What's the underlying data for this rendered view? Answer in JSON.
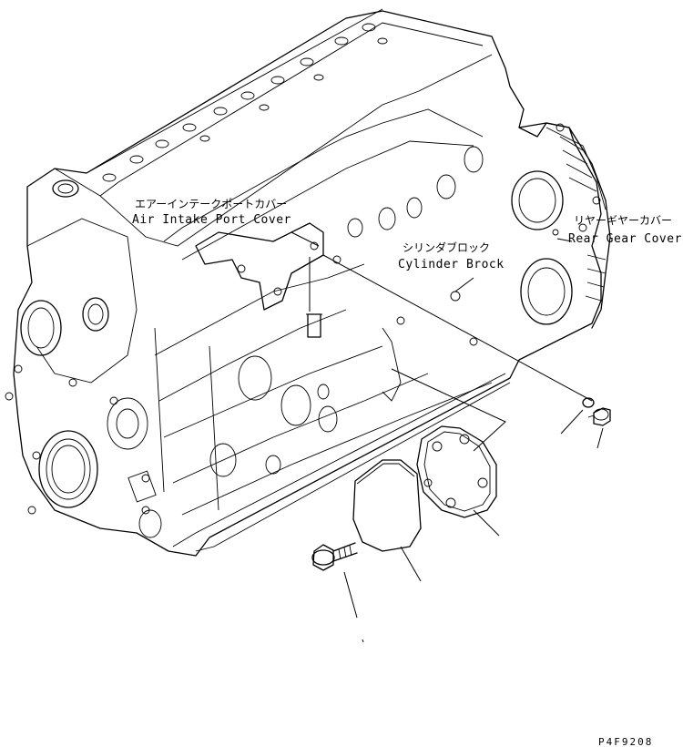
{
  "labels": {
    "air_intake_jp": "エアーインテークポートカバー",
    "air_intake_en": "Air Intake Port Cover",
    "cylinder_jp": "シリンダブロック",
    "cylinder_en": "Cylinder Brock",
    "rear_gear_jp": "リヤーギヤーカバー",
    "rear_gear_en": "Rear Gear Cover"
  },
  "drawing_code": "P4F9208"
}
